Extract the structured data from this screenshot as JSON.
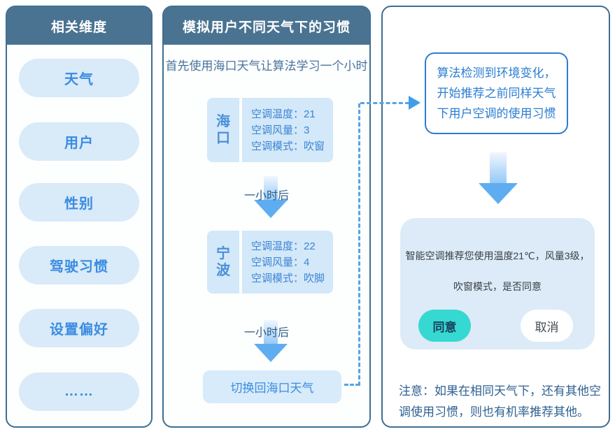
{
  "colors": {
    "panel_border": "#3f6e91",
    "header_bg": "#4a7392",
    "header_text": "#ffffff",
    "pill_bg": "#d9eaf8",
    "accent_blue": "#3a8ce2",
    "steel_blue": "#49739c",
    "stage_box_bg": "#d3e8f8",
    "callout_blue": "#2b7dd2",
    "card_bg": "#dcebf7",
    "card_text": "#3a4046",
    "agree_bg": "#36d9d1",
    "agree_text": "#16415e",
    "cancel_bg": "#ffffff",
    "note_text": "#2f6191",
    "arrow_blue": "#5fadf1",
    "dash_blue": "#5aa2e4"
  },
  "left_panel": {
    "title": "相关维度",
    "items": [
      "天气",
      "用户",
      "性别",
      "驾驶习惯",
      "设置偏好",
      "……"
    ]
  },
  "middle_panel": {
    "title": "模拟用户不同天气下的习惯",
    "intro": "首先使用海口天气让算法学习一个小时",
    "stages": [
      {
        "city": "海口",
        "lines": [
          "空调温度：21",
          "空调风量：3",
          "空调模式：吹窗"
        ]
      },
      {
        "city": "宁波",
        "lines": [
          "空调温度：22",
          "空调风量：4",
          "空调模式：吹脚"
        ]
      }
    ],
    "after_label_1": "一小时后",
    "after_label_2": "一小时后",
    "switch_back": "切换回海口天气"
  },
  "right_panel": {
    "callout_lines": [
      "算法检测到环境变化，",
      "开始推荐之前同样天气",
      "下用户空调的使用习惯"
    ],
    "recommendation": {
      "line1": "智能空调推荐您使用温度21℃，风量3级，",
      "line2": "吹窗模式，是否同意",
      "agree_label": "同意",
      "cancel_label": "取消"
    },
    "note_line1": "注意：如果在相同天气下，还有其他空",
    "note_line2": "调使用习惯，则也有机率推荐其他。"
  }
}
